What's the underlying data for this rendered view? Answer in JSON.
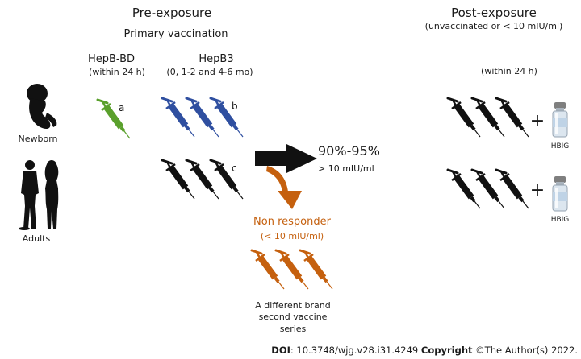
{
  "pre_exposure": {
    "title": "Pre-exposure",
    "subtitle": "Primary vaccination",
    "hepb_bd": {
      "label": "HepB-BD",
      "timing": "(within 24 h)",
      "marker": "a"
    },
    "hepb3": {
      "label": "HepB3",
      "timing": "(0, 1-2 and 4-6 mo)",
      "marker_newborn": "b",
      "marker_adult": "c"
    }
  },
  "post_exposure": {
    "title": "Post-exposure",
    "condition": "(unvaccinated or < 10 mIU/ml)",
    "timing": "(within 24 h)",
    "plus": "+",
    "hbig_label": "HBIG"
  },
  "groups": {
    "newborn": "Newborn",
    "adults": "Adults"
  },
  "response": {
    "rate": "90%-95%",
    "titer": "> 10 mIU/ml"
  },
  "non_responder": {
    "label": "Non responder",
    "titer": "(< 10 mIU/ml)",
    "action_lines": [
      "A different brand",
      "second vaccine",
      "series"
    ]
  },
  "colors": {
    "green": "#5aa02c",
    "blue": "#2f4fa0",
    "black": "#111111",
    "orange": "#c5600e"
  },
  "footer": {
    "doi_label": "DOI",
    "doi_value": ": 10.3748/wjg.v28.i31.4249 ",
    "copyright_label": "Copyright",
    "copyright_text": " ©The Author(s) 2022."
  }
}
